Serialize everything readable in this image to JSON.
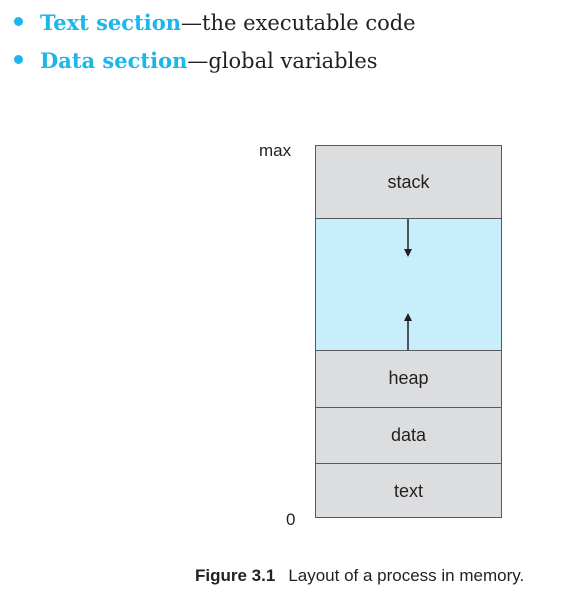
{
  "bullets": [
    {
      "term": "Text section",
      "dash": "—",
      "description": "the executable code"
    },
    {
      "term": "Data section",
      "dash": "—",
      "description": "global variables"
    }
  ],
  "diagram": {
    "max_label": "max",
    "zero_label": "0",
    "segments": {
      "stack": "stack",
      "heap": "heap",
      "data": "data",
      "text": "text"
    }
  },
  "caption": {
    "number": "Figure 3.1",
    "text": "Layout of a process in memory."
  },
  "colors": {
    "accent": "#1cb6e8",
    "segment_fill": "#dcdddf",
    "free_space_fill": "#c8eefb",
    "border": "#58595b",
    "text": "#231f20"
  }
}
